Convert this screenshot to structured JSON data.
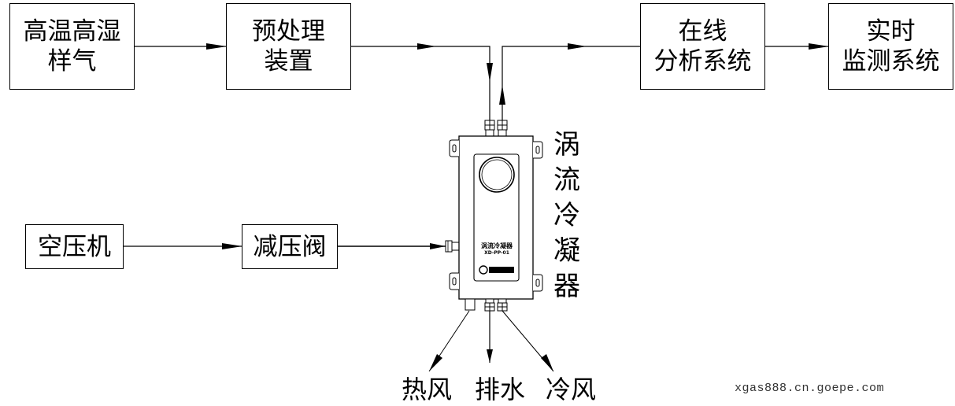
{
  "diagram": {
    "nodes": {
      "sample_gas": {
        "lines": [
          "高温高湿",
          "样气"
        ]
      },
      "pretreatment": {
        "lines": [
          "预处理",
          "装置"
        ]
      },
      "online_analysis": {
        "lines": [
          "在线",
          "分析系统"
        ]
      },
      "realtime_monitor": {
        "lines": [
          "实时",
          "监测系统"
        ]
      },
      "air_compressor": {
        "lines": [
          "空压机"
        ]
      },
      "pressure_reducer": {
        "lines": [
          "减压阀"
        ]
      }
    },
    "device": {
      "name_chars": [
        "涡",
        "流",
        "冷",
        "凝",
        "器"
      ],
      "panel_label": "涡流冷凝器",
      "panel_model": "XD-PP-01"
    },
    "outputs": {
      "hot_air": "热风",
      "drain": "排水",
      "cold_air": "冷风"
    },
    "edges": [
      {
        "from": "高温高湿样气",
        "to": "预处理装置"
      },
      {
        "from": "预处理装置",
        "to": "涡流冷凝器"
      },
      {
        "from": "涡流冷凝器",
        "to": "在线分析系统"
      },
      {
        "from": "在线分析系统",
        "to": "实时监测系统"
      },
      {
        "from": "空压机",
        "to": "减压阀"
      },
      {
        "from": "减压阀",
        "to": "涡流冷凝器"
      },
      {
        "from": "涡流冷凝器",
        "to": "热风"
      },
      {
        "from": "涡流冷凝器",
        "to": "排水"
      },
      {
        "from": "涡流冷凝器",
        "to": "冷风"
      }
    ]
  },
  "watermark": "xgas888.cn.goepe.com"
}
